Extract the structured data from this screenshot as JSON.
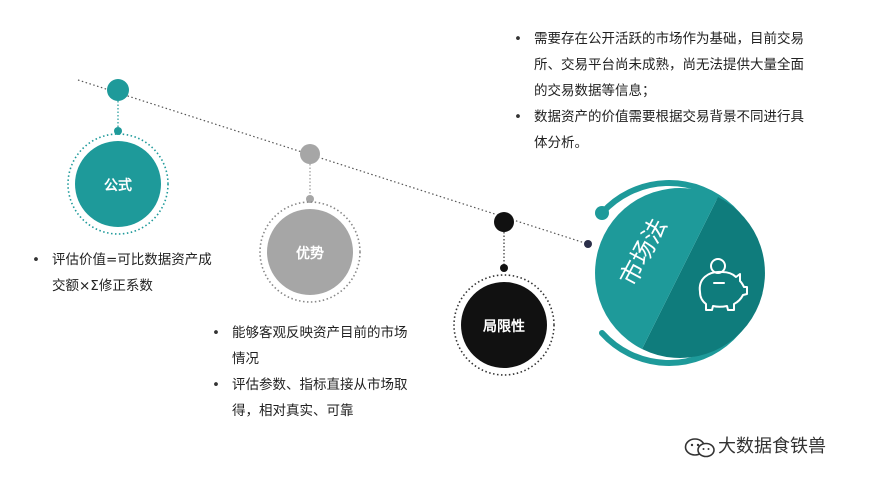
{
  "formula": {
    "title": "公式",
    "bullets": [
      "评估价值=可比数据资产成交额×Σ修正系数"
    ]
  },
  "advantages": {
    "title": "优势",
    "bullets": [
      "能够客观反映资产目前的市场情况",
      "评估参数、指标直接从市场取得，相对真实、可靠"
    ]
  },
  "limitations": {
    "title": "局限性",
    "bullets": [
      "需要存在公开活跃的市场作为基础，目前交易所、交易平台尚未成熟，尚无法提供大量全面的交易数据等信息；",
      "数据资产的价值需要根据交易背景不同进行具体分析。"
    ]
  },
  "market_approach": {
    "title": "市场法",
    "icon": "piggy-bank-icon"
  },
  "watermark": {
    "text": "大数据食铁兽",
    "icon": "wechat-icon"
  },
  "colors": {
    "teal": "#1e9a9a",
    "dark_teal": "#0f7c7c",
    "gray": "#a6a6a6",
    "black": "#111111",
    "navy_dot": "#2b2f4a"
  }
}
